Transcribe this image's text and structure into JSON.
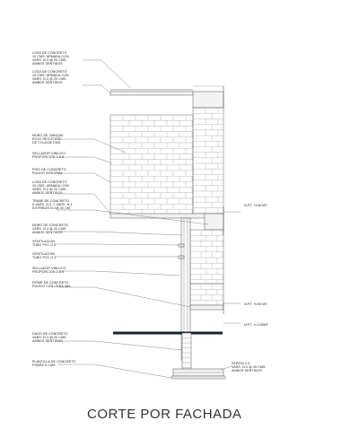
{
  "notes": {
    "losa_top": [
      "LOSA DE CONCRETO",
      "10 CMS. ARMADA CON",
      "VARS. N.3 @ 20 CMS.",
      "AMBOS SENTIDOS"
    ],
    "losa_mid": [
      "LOSA DE CONCRETO",
      "10 CMS. ARMADA CON",
      "VARS. N.3 @ 20 CMS.",
      "AMBOS SENTIDOS"
    ],
    "muro_tabique": [
      "MURO DE TABIQUE",
      "ROJO RECOCIDO",
      "DE 7X14X28 CMS."
    ],
    "sellador_1": [
      "SELLADOR VINILICO",
      "PROPORCION 1 A 5"
    ],
    "piso": [
      "PISO DE CONCRETO",
      "PULIDO INTEGRAL"
    ],
    "losa_low": [
      "LOSA DE CONCRETO",
      "10 CMS. ARMADA CON",
      "VARS. N.3 @ 20 CMS.",
      "AMBOS SENTIDOS"
    ],
    "trabe": [
      "TRABE DE CONCRETO",
      "6 VARS. N.3,  2 VARS. N.4",
      "ESTRIBOS N.2@ 20 CM"
    ],
    "muro_concreto": [
      "MURO DE CONCRETO",
      "VARS. N.3 @ 20 CMS.",
      "AMBOS SENTIDOS"
    ],
    "ventilacion_1": [
      "VENTILACION",
      "TUBO  PVC  O 3\""
    ],
    "ventilacion_2": [
      "VENTILACION",
      "TUBO  PVC  O 4\""
    ],
    "sellador_2": [
      "SELLADOR VINILICO",
      "PROPORCION 1 A 5"
    ],
    "firme": [
      "FIRME DE CONCRETO",
      "PULIDO CON CERA IND."
    ],
    "dado": [
      "DADO DE CONCRETO",
      "VARS. N.3 @ 20 CMS.",
      "AMBOS SENTIDOS"
    ],
    "plantilla": [
      "PLANTILLA DE CONCRETO",
      "POBRE 5 CMS."
    ],
    "zapata": [
      "ZAPATA Z-2",
      "VARS. N.3 @ 20 CMS.",
      "AMBOS SENTIDOS"
    ]
  },
  "levels": {
    "npt_350": "N.P.T. +3.50 MT.",
    "npt_050": "N.P.T. +0.50 MT.",
    "npt_000": "N.P.T. +/-0.00MT."
  },
  "title": "CORTE POR FACHADA"
}
